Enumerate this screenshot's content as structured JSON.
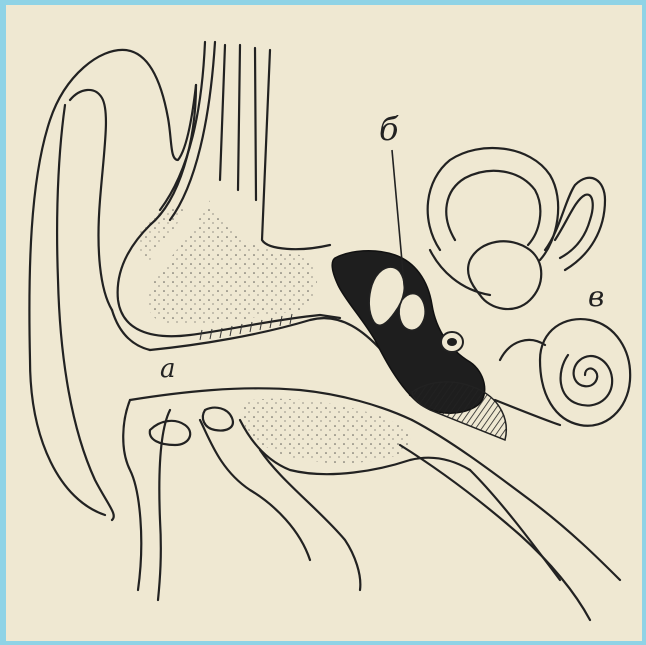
{
  "labels": {
    "outer": "а",
    "middle": "б",
    "inner": "в"
  },
  "colors": {
    "background_frame": "#8fd3e6",
    "paper": "#efe8d2",
    "ink": "#222222"
  }
}
